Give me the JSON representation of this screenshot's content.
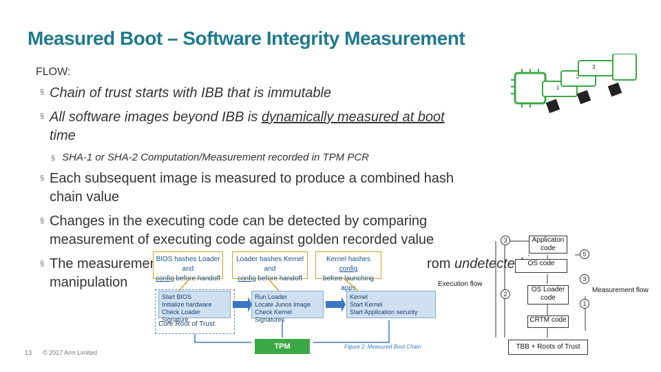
{
  "slide": {
    "title": "Measured Boot – Software Integrity Measurement",
    "flow_label": "FLOW:",
    "bullet_glyph": "§",
    "bullets": [
      {
        "text": "Chain of trust starts with IBB that is immutable"
      },
      {
        "text_a": "All software images beyond IBB is ",
        "text_u": "dynamically measured at boot",
        "text_b": "time"
      },
      {
        "text": "Each subsequent image is measured to produce a combined hash",
        "text2": "chain value"
      },
      {
        "text": "Changes in the executing code can be detected by comparing",
        "text2": "measurement of executing code against golden recorded value"
      },
      {
        "text_a": "The measurement",
        "text_b": "rom ",
        "text_i": "undetected",
        "text2": "manipulation"
      }
    ],
    "sub_bullet": "SHA-1 or SHA-2 Computation/Measurement recorded in TPM PCR",
    "footer_page": "13",
    "footer_copyright": "© 2017 Arm Limited"
  },
  "boot_diagram": {
    "callouts": [
      {
        "line1": "BIOS hashes Loader and",
        "line2_u": "config",
        "line2": " before handoff"
      },
      {
        "line1": "Loader hashes Kernel and",
        "line2_u": "config",
        "line2": " before handoff"
      },
      {
        "line1": "Kernel hashes ",
        "line1_u": "config",
        "line2": "before launching apps"
      }
    ],
    "stages": [
      {
        "l1": "Start BIOS",
        "l2": "Initialize hardware",
        "l3": "Check Loader Signature"
      },
      {
        "l1": "Run Loader",
        "l2": "Locate Junos Image",
        "l3": "Check Kernel Signatures"
      },
      {
        "l1": "Kernel",
        "l2": "Start Kernel",
        "l3": "Start Application security"
      }
    ],
    "core_root_label": "Core Root of Trust",
    "tpm_label": "TPM",
    "caption": "Figure 2: Measured Boot Chain"
  },
  "flow_diagram": {
    "boxes": [
      "Applicaton code",
      "OS code",
      "OS Loader code",
      "CRTM code",
      "TBB + Roots of Trust"
    ],
    "execution_flow": "Execution flow",
    "measurement_flow": "Measurement flow",
    "left_numbers": [
      "3",
      "2"
    ],
    "right_numbers": [
      "5",
      "3",
      "1"
    ]
  },
  "chip_diagram": {
    "numbers": [
      "1",
      "2",
      "3"
    ]
  },
  "colors": {
    "title": "#1f7a8c",
    "chip_green": "#3aa844",
    "diagram_blue": "#cfe0f2",
    "callout_border": "#c9a227"
  }
}
